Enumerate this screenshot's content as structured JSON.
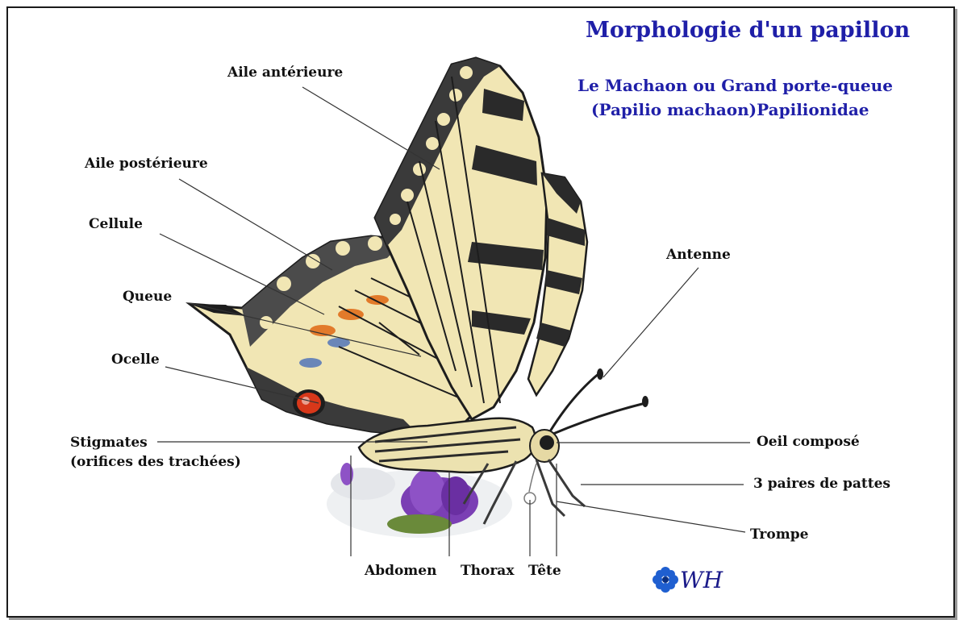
{
  "title": "Morphologie d'un papillon",
  "subtitle_line1": "Le Machaon ou Grand porte-queue",
  "subtitle_line2": "(Papilio machaon)Papilionidae",
  "labels": {
    "aile_anterieure": "Aile antérieure",
    "aile_posterieure": "Aile postérieure",
    "cellule": "Cellule",
    "queue": "Queue",
    "ocelle": "Ocelle",
    "stigmates_line1": "Stigmates",
    "stigmates_line2": "(orifices des trachées)",
    "antenne": "Antenne",
    "oeil": "Oeil composé",
    "pattes": "3 paires de pattes",
    "trompe": "Trompe",
    "abdomen": "Abdomen",
    "thorax": "Thorax",
    "tete": "Tête"
  },
  "logo": "WH",
  "colors": {
    "title": "#1f1fa8",
    "wing_cream": "#f1e6b4",
    "wing_black": "#1d1d1d",
    "eyespot_red": "#d8381a",
    "flower_purple": "#7b3fb4",
    "logo_blue": "#1f5fd0"
  },
  "icons": {
    "logo": "blue-flower-icon"
  }
}
